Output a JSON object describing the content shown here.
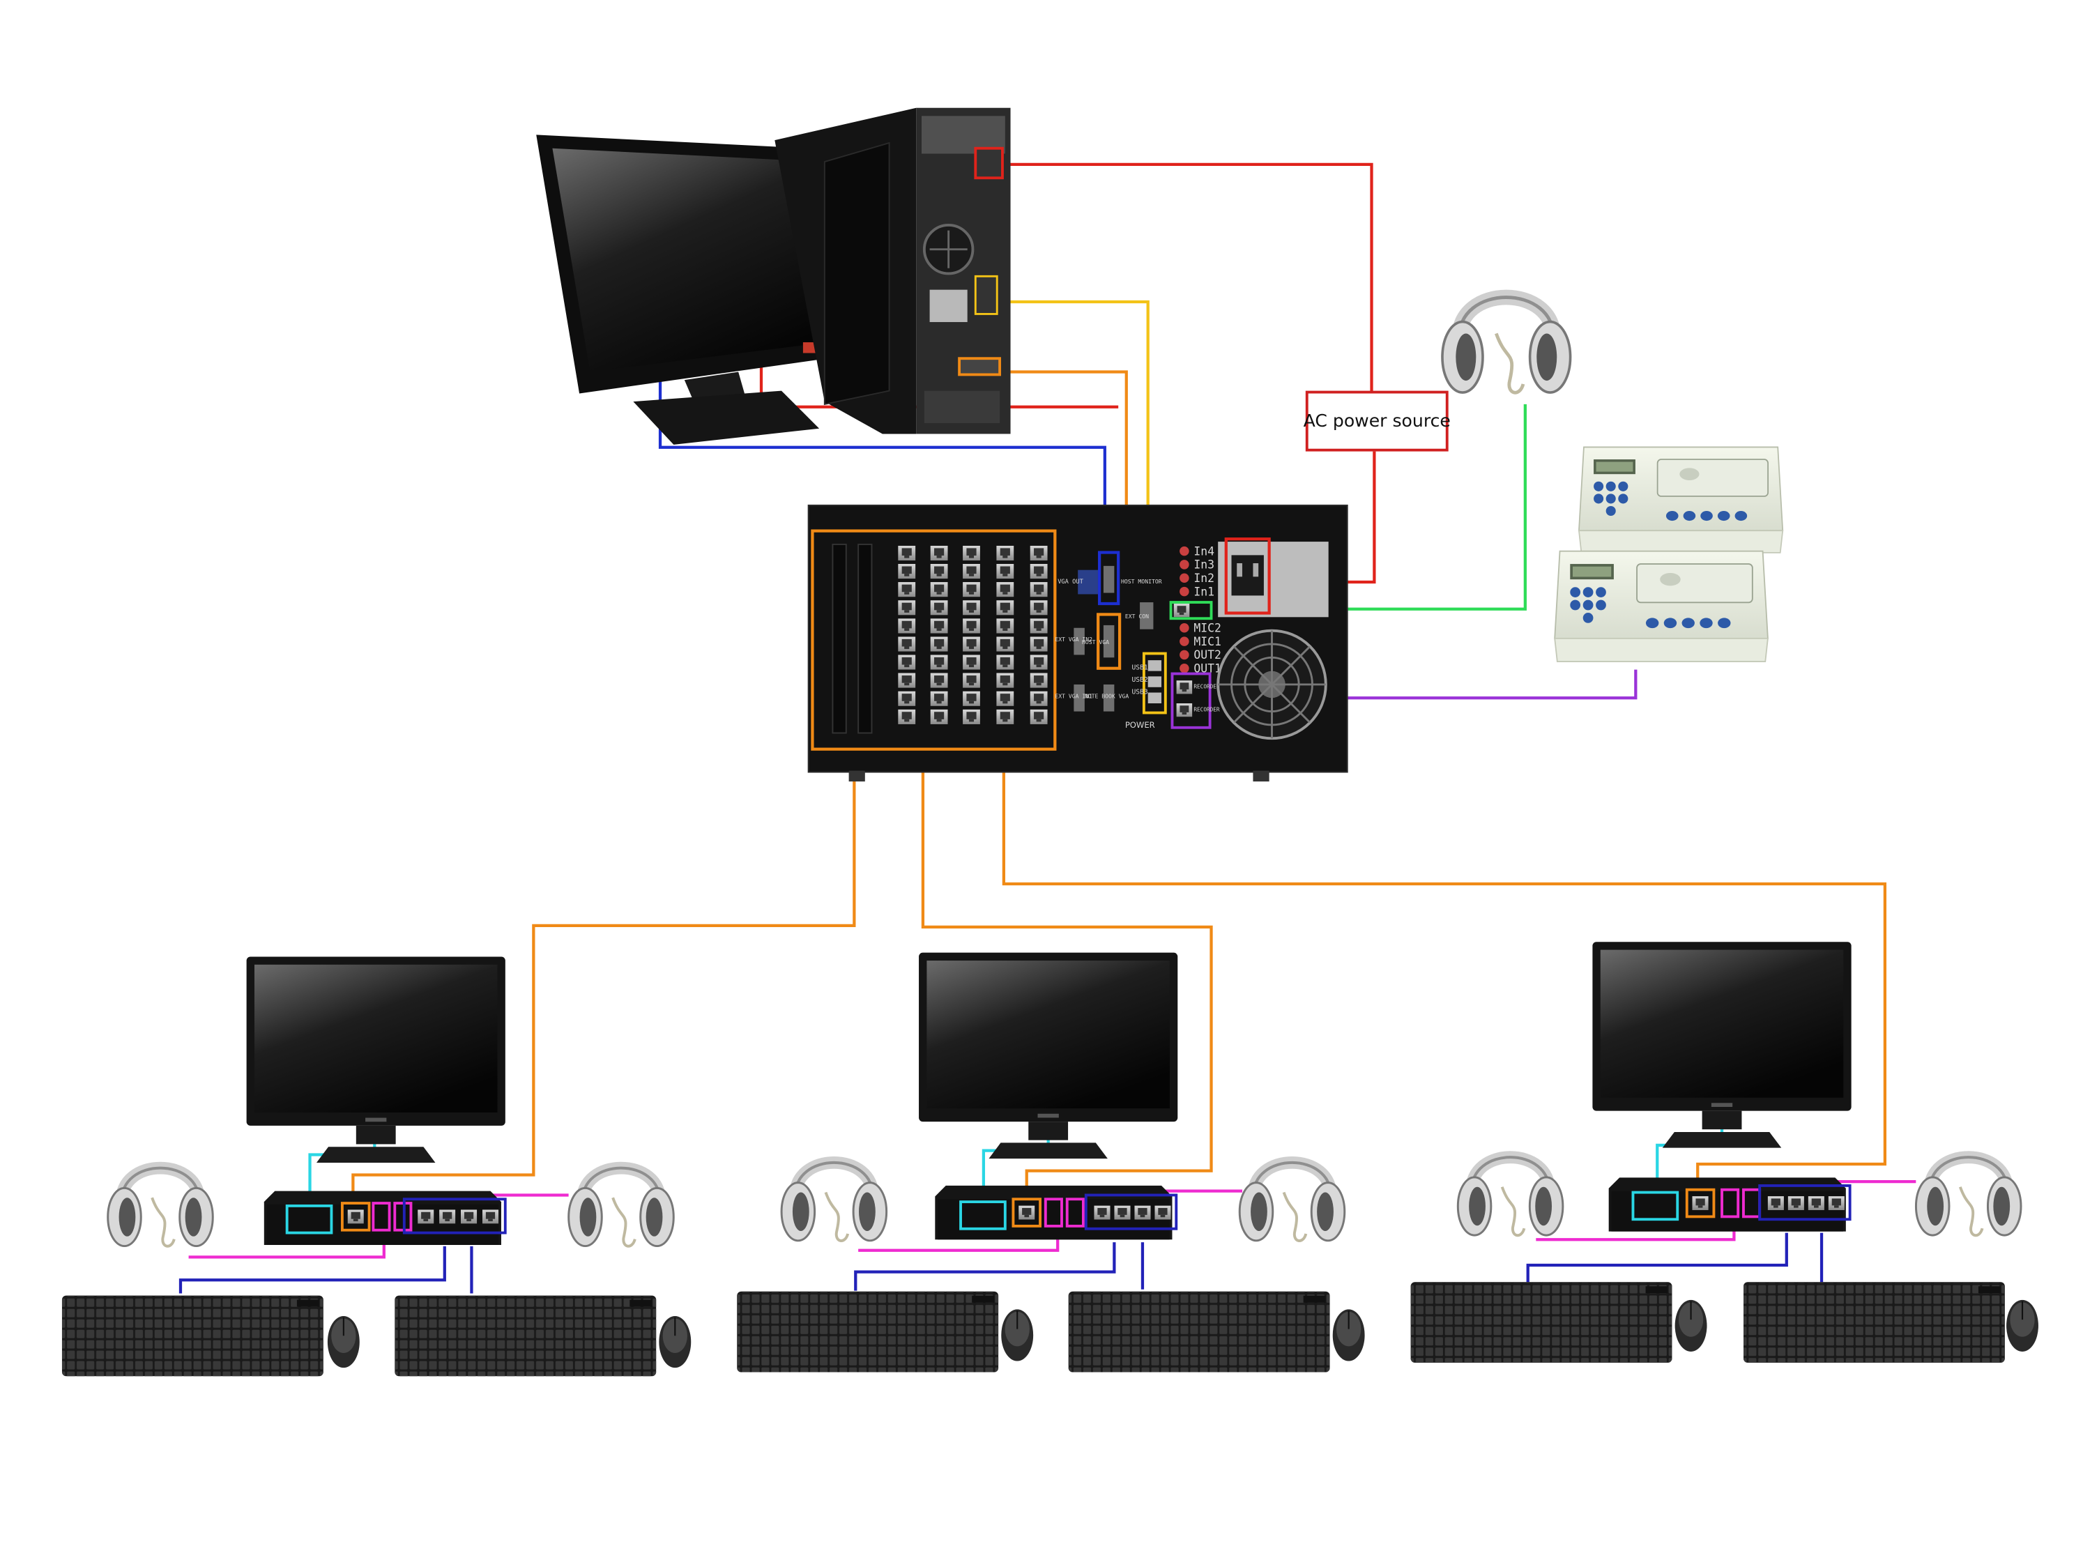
{
  "ac_power": {
    "label": "AC power source"
  },
  "hub_ports": {
    "audio_in": [
      "In4",
      "In3",
      "In2",
      "In1"
    ],
    "mics": [
      "MIC2",
      "MIC1"
    ],
    "outs": [
      "OUT2",
      "OUT1"
    ],
    "usb": [
      "USB1",
      "USB2",
      "USB3"
    ],
    "vga_out": "VGA OUT",
    "ext_vga_in2": "EXT VGA IN2",
    "ext_vga_in1": "EXT VGA IN1",
    "host_monitor": "HOST MONITOR",
    "ext_con": "EXT CON",
    "host_vga": "HOST VGA",
    "notebook_vga": "NOTE BOOK VGA",
    "recorder_1": "RECORDER",
    "recorder_2": "RECORDER",
    "power": "POWER"
  },
  "colors": {
    "power": "#e0231b",
    "vga": "#1d2fd0",
    "audio_yellow": "#f3c317",
    "orange": "#f08a16",
    "green": "#2fdc58",
    "purple": "#9a33d8",
    "cyan": "#2ad6e4",
    "magenta": "#ee2bd0",
    "navy": "#2222b8"
  },
  "icons": [
    "monitor-icon",
    "tower-pc-icon",
    "headset-icon",
    "keyboard-icon",
    "mouse-icon",
    "recorder-icon",
    "student-box-icon",
    "hub-icon"
  ]
}
